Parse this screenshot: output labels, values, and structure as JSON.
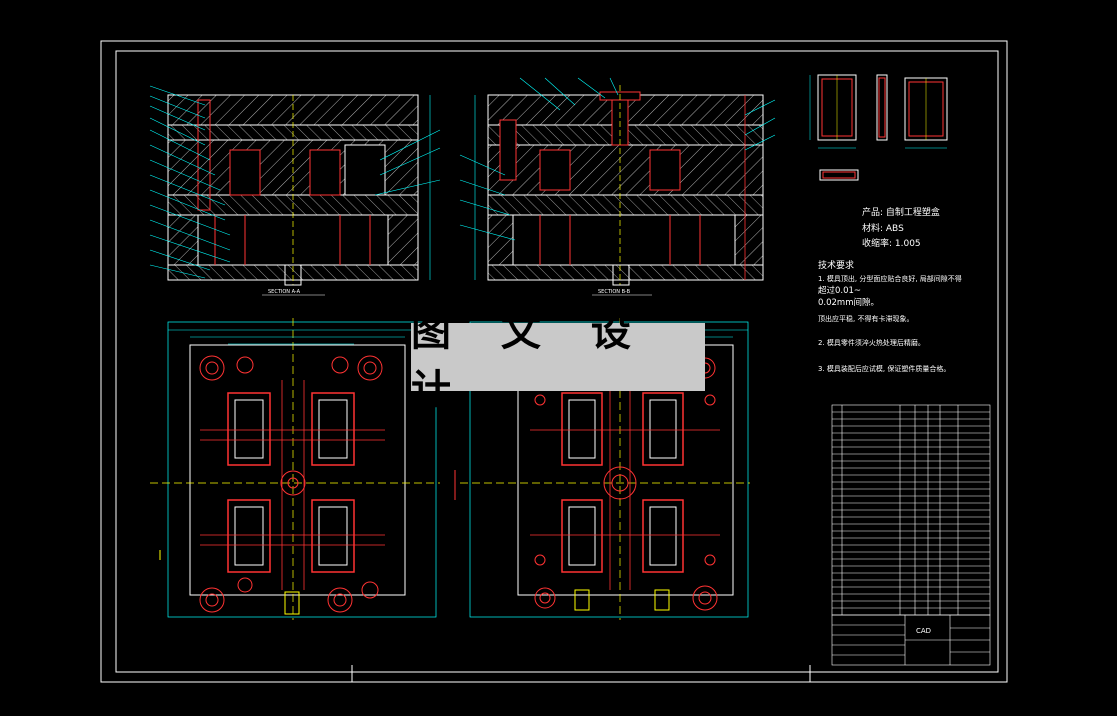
{
  "watermark": "图 文 设 计",
  "sections": {
    "left_label": "SECTION A-A",
    "right_label": "SECTION B-B"
  },
  "product": {
    "name": "产品: 自制工程塑盒",
    "material": "材料: ABS",
    "shrinkage": "收缩率: 1.005"
  },
  "requirements": {
    "title": "技术要求",
    "line1": "1. 模具顶出, 分型面应贴合良好, 局部间隙不得",
    "line2": "超过0.01~",
    "line3": "0.02mm间隙。",
    "line4": "顶出应平稳, 不得有卡滞现象。",
    "line5": "2. 模具零件须淬火热处理后精磨。",
    "line6": "3. 模具装配后应试模, 保证塑件质量合格。"
  },
  "title_block": {
    "logo": "CAD"
  },
  "colors": {
    "background": "#000000",
    "frame": "#ffffff",
    "outline": "#ff3333",
    "hatch": "#ffffff",
    "dimension": "#00ffff",
    "centerline": "#ffff00",
    "watermark_bg": "#c9c9c9"
  }
}
